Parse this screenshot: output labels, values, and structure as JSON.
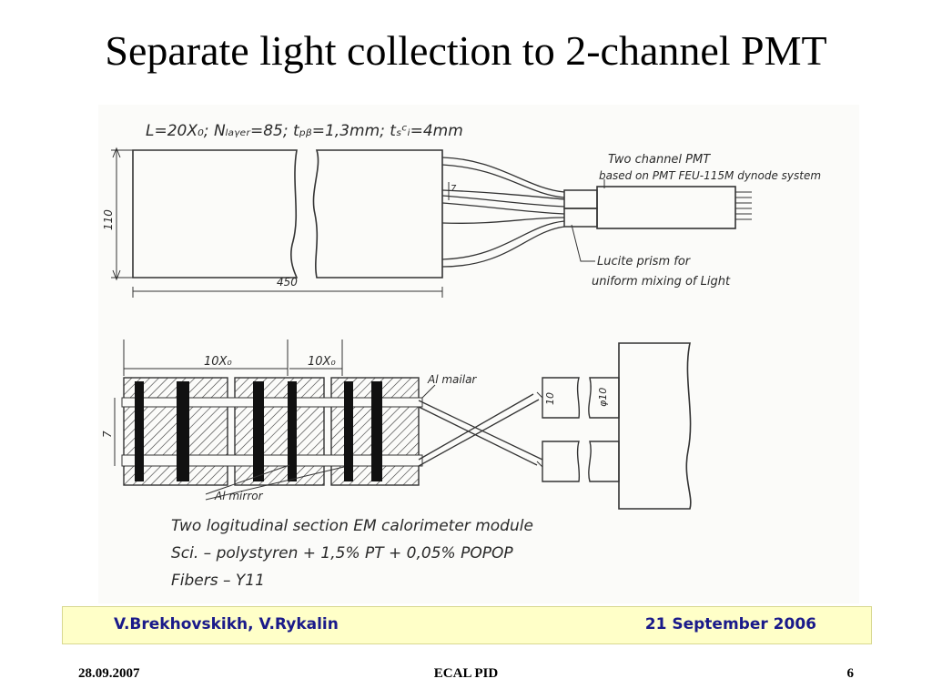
{
  "title": "Separate light collection to 2-channel PMT",
  "figure": {
    "top_label": "L=20X₀; Nₗₐᵧₑᵣ=85; tₚᵦ=1,3mm; tₛᶜᵢ=4mm",
    "dim_height": "110",
    "dim_length": "450",
    "dim_gap": "7",
    "pmt_note_line1": "Two channel PMT",
    "pmt_note_line2": "based on PMT FEU-115M dynode system",
    "prism_note_line1": "Lucite prism for",
    "prism_note_line2": "uniform mixing of Light",
    "section_label_1": "10X₀",
    "section_label_2": "10X₀",
    "mylar_label": "Al mailar",
    "mirror_label": "Al mirror",
    "left_dim": "7",
    "prism_dim": "10",
    "pmt_dim": "φ10",
    "caption_line1": "Two logitudinal section EM calorimeter module",
    "caption_line2": "Sci. – polystyren + 1,5% PT + 0,05% POPOP",
    "caption_line3": "Fibers – Y11"
  },
  "footer": {
    "authors": "V.Brekhovskikh, V.Rykalin",
    "date": "21 September 2006"
  },
  "bottom": {
    "date": "28.09.2007",
    "center": "ECAL PID",
    "page": "6"
  }
}
